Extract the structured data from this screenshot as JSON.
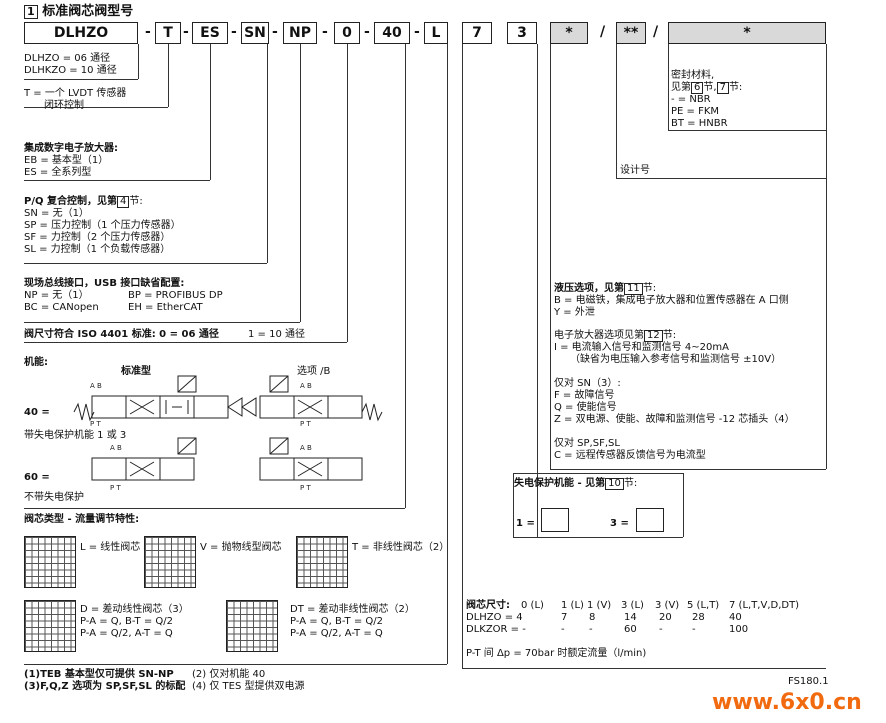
{
  "title": {
    "num": "1",
    "text": "标准阀芯阀型号"
  },
  "codes": [
    {
      "v": "DLHZO"
    },
    {
      "v": "T"
    },
    {
      "v": "ES"
    },
    {
      "v": "SN"
    },
    {
      "v": "NP"
    },
    {
      "v": "0"
    },
    {
      "v": "40"
    },
    {
      "v": "L"
    },
    {
      "v": "7"
    },
    {
      "v": "3"
    },
    {
      "v": "*"
    },
    {
      "v": "**"
    },
    {
      "v": "*"
    }
  ],
  "seps": [
    "-",
    "-",
    "-",
    "-",
    "-",
    "-",
    "-",
    "/",
    "/"
  ],
  "model": {
    "l1": "DLHZO = 06 通径",
    "l2": "DLHKZO = 10 通径"
  },
  "transducer": {
    "l1": "T = 一个 LVDT 传感器",
    "l2": "闭环控制"
  },
  "amp": {
    "title": "集成数字电子放大器:",
    "l1": "EB = 基本型（1）",
    "l2": "ES = 全系列型"
  },
  "pq": {
    "title": "P/Q 复合控制，见第",
    "num": "4",
    "tail": "节:",
    "l1": "SN = 无（1）",
    "l2": "SP = 压力控制（1 个压力传感器）",
    "l3": "SF = 力控制（2 个压力传感器）",
    "l4": "SL = 力控制（1 个负载传感器）"
  },
  "bus": {
    "title": "现场总线接口，USB 接口缺省配置:",
    "l1": "NP = 无（1）",
    "l2": "BC = CANopen",
    "r1": "BP = PROFIBUS DP",
    "r2": "EH = EtherCAT"
  },
  "iso": {
    "text": "阀尺寸符合 ISO 4401 标准: 0 = 06 通径",
    "text2": "1 = 10 通径"
  },
  "func": {
    "title": "机能:",
    "std": "标准型",
    "opt": "选项 /B",
    "f40": "40 =",
    "f40note": "带失电保护机能 1 或 3",
    "f60": "60 =",
    "f60note": "不带失电保护"
  },
  "spool": {
    "title": "阀芯类型 - 流量调节特性:",
    "L": "L = 线性阀芯",
    "V": "V = 抛物线型阀芯",
    "T": "T = 非线性阀芯（2）",
    "D": "D = 差动线性阀芯（3）",
    "D1": "P-A = Q,  B-T = Q/2",
    "D2": "P-A = Q/2,  A-T = Q",
    "DT": "DT = 差动非线性阀芯（2）",
    "DT1": "P-A = Q,  B-T = Q/2",
    "DT2": "P-A = Q/2,  A-T = Q"
  },
  "notes": {
    "n1": "(1)TEB 基本型仅可提供 SN-NP",
    "n2": "(2)  仅对机能 40",
    "n3": "(3)F,Q,Z 选项为 SP,SF,SL 的标配",
    "n4": "(4)  仅 TES 型提供双电源"
  },
  "seal": {
    "l0": "密封材料,",
    "l1": "见第",
    "n1": "6",
    "m": "节,",
    "n2": "7",
    "t": "节:",
    "a": "-   = NBR",
    "b": "PE = FKM",
    "c": "BT = HNBR",
    "design": "设计号"
  },
  "hyd": {
    "title": "液压选项，见第",
    "num": "11",
    "tail": "节:",
    "l1": "B = 电磁铁，集成电子放大器和位置传感器在 A 口侧",
    "l2": "Y = 外泄",
    "e0": "电子放大器选项见第",
    "en": "12",
    "et": "节:",
    "e1": "I = 电流输入信号和监测信号 4~20mA",
    "e2": "（缺省为电压输入参考信号和监测信号 ±10V）",
    "s0": "仅对 SN（3）:",
    "s1": "F = 故障信号",
    "s2": "Q = 使能信号",
    "s3": "Z = 双电源、使能、故障和监测信号 -12 芯插头（4）",
    "s4": "仅对 SP,SF,SL",
    "s5": "C = 远程传感器反馈信号为电流型"
  },
  "failsafe": {
    "title": "失电保护机能 - 见第",
    "num": "10",
    "tail": "节:",
    "f1": "1 =",
    "f3": "3 ="
  },
  "size": {
    "head": "阀芯尺寸:",
    "cols": [
      "0 (L)",
      "1 (L)",
      "1 (V)",
      "3 (L)",
      "3 (V)",
      "5 (L,T)",
      "7 (L,T,V,D,DT)"
    ],
    "r1": [
      "DLHZO = 4",
      "7",
      "8",
      "14",
      "20",
      "28",
      "40"
    ],
    "r2": [
      "DLKZOR = -",
      "-",
      "-",
      "60",
      "-",
      "-",
      "100"
    ],
    "foot": "P-T 间 Δp = 70bar 时额定流量（l/min)"
  },
  "code_ref": "FS180.1",
  "watermark": "www.6x0.cn"
}
